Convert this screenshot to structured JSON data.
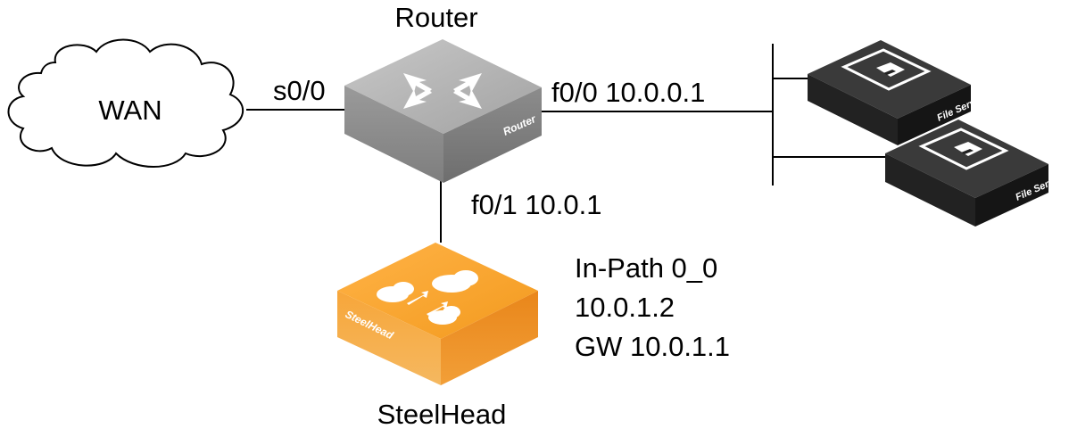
{
  "labels": {
    "wan": "WAN",
    "router_title": "Router",
    "s00": "s0/0",
    "f00": "f0/0 10.0.0.1",
    "f01": "f0/1 10.0.1",
    "inpath_line1": "In-Path 0_0",
    "inpath_line2": "10.0.1.2",
    "inpath_line3": "GW 10.0.1.1",
    "steelhead_title": "SteelHead"
  },
  "devices": {
    "router_face": "Router",
    "steelhead_face": "SteelHead",
    "file_server_1": "File Server",
    "file_server_2": "File Server"
  },
  "colors": {
    "router": "#9a9a9a",
    "steelhead": "#f39a1e",
    "file_server": "#2b2b2b"
  }
}
